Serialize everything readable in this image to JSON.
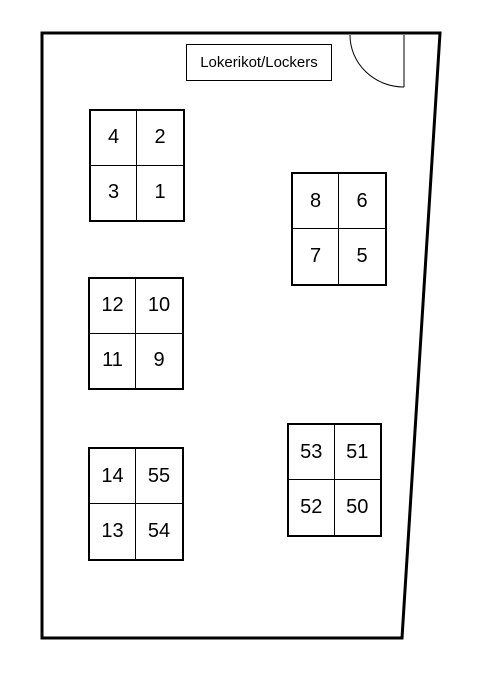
{
  "lockers_label": "Lokerikot/Lockers",
  "clusters": [
    {
      "tl": "4",
      "tr": "2",
      "bl": "3",
      "br": "1"
    },
    {
      "tl": "8",
      "tr": "6",
      "bl": "7",
      "br": "5"
    },
    {
      "tl": "12",
      "tr": "10",
      "bl": "11",
      "br": "9"
    },
    {
      "tl": "14",
      "tr": "55",
      "bl": "13",
      "br": "54"
    },
    {
      "tl": "53",
      "tr": "51",
      "bl": "52",
      "br": "50"
    }
  ]
}
